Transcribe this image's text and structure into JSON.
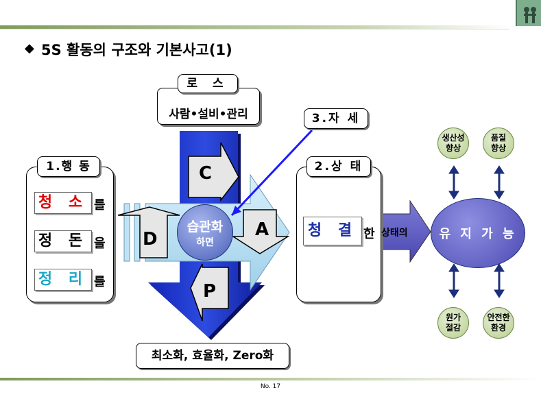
{
  "title": "5S 활동의 구조와 기본사고(1)",
  "bullet": "◆",
  "loss": {
    "label": "로 스",
    "sub": "사람•설비•관리"
  },
  "attitude": {
    "label": "3.자 세"
  },
  "action": {
    "label": "1.행 동",
    "items": [
      {
        "word": "청 소",
        "suffix": "를",
        "color": "#e00000"
      },
      {
        "word": "정 돈",
        "suffix": "을",
        "color": "#000000"
      },
      {
        "word": "정 리",
        "suffix": "를",
        "color": "#1aa7c7"
      }
    ]
  },
  "cycle": {
    "c": "C",
    "d": "D",
    "a": "A",
    "p": "P"
  },
  "habit": {
    "line1": "습관화",
    "line2": "하면"
  },
  "state": {
    "label": "2.상 태",
    "word": "청 결",
    "suffix": "한"
  },
  "state_arrow": "상태의",
  "maintain": "유 지 가 능",
  "results": {
    "quality_prod": "생산성\n향상",
    "quality": "품질\n향상",
    "cost": "원가\n절감",
    "safety": "안전한\n환경"
  },
  "goal": "최소화, 효율화, Zero화",
  "page": "No. 17",
  "colors": {
    "blue_arrow": "#1430c8",
    "light_arrow": "#bfe3f5",
    "circle": "#6477cc"
  }
}
